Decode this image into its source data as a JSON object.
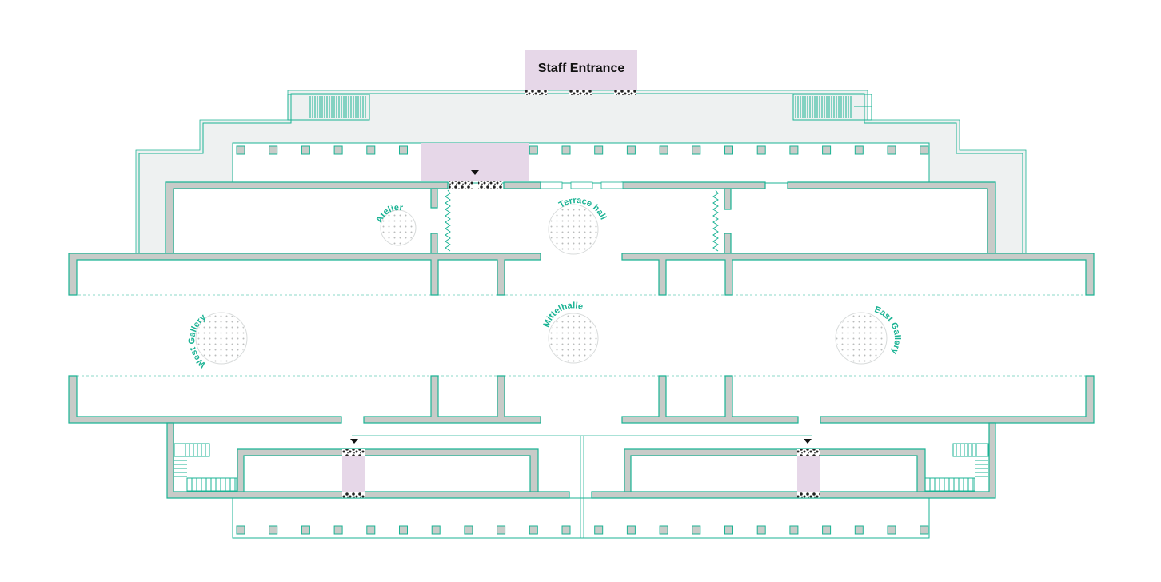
{
  "map": {
    "entrance": {
      "label": "Staff Entrance",
      "fill": "#e6d7e8"
    },
    "rooms": [
      {
        "id": "atelier",
        "label": "Atelier"
      },
      {
        "id": "terrace-hall",
        "label": "Terrace hall"
      },
      {
        "id": "west-gallery",
        "label": "West Gallery"
      },
      {
        "id": "mittelhalle",
        "label": "Mittelhalle"
      },
      {
        "id": "east-gallery",
        "label": "East Gallery"
      }
    ],
    "colors": {
      "outline": "#1bb394",
      "wall_fill": "#c8cbc8",
      "corridor_fill": "#eef1f1",
      "door_fill": "#e6d7e8",
      "label": "#1bb394",
      "marker": "#111111"
    }
  }
}
